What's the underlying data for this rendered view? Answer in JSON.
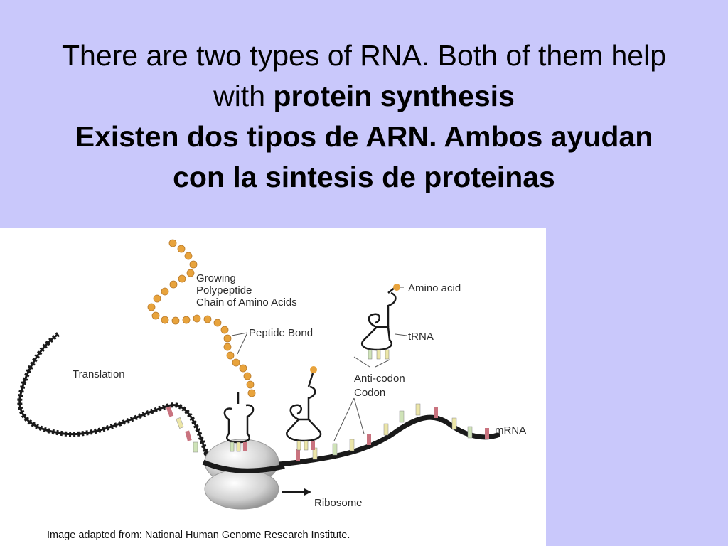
{
  "title": {
    "line1": "There are two types of RNA.  Both of them help",
    "line2_prefix": "with ",
    "line2_bold": "protein synthesis",
    "line3": "Existen dos tipos de ARN.  Ambos ayudan",
    "line4": "con la sintesis de proteinas"
  },
  "figure": {
    "labels": {
      "growing1": "Growing",
      "growing2": "Polypeptide",
      "growing3": "Chain of Amino Acids",
      "peptide_bond": "Peptide Bond",
      "amino_acid": "Amino acid",
      "trna": "tRNA",
      "translation": "Translation",
      "anticodon": "Anti-codon",
      "codon": "Codon",
      "mrna": "mRNA",
      "ribosome": "Ribosome"
    },
    "credit": "Image adapted from: National Human Genome Research Institute."
  },
  "colors": {
    "background": "#c9c8fb",
    "amino_acid": "#e8a33c",
    "strand": "#1a1a1a",
    "base_pink": "#c9737f",
    "base_yellow": "#ece6a8",
    "base_green": "#cfe3b8",
    "ribosome": "#c8c8c8"
  }
}
